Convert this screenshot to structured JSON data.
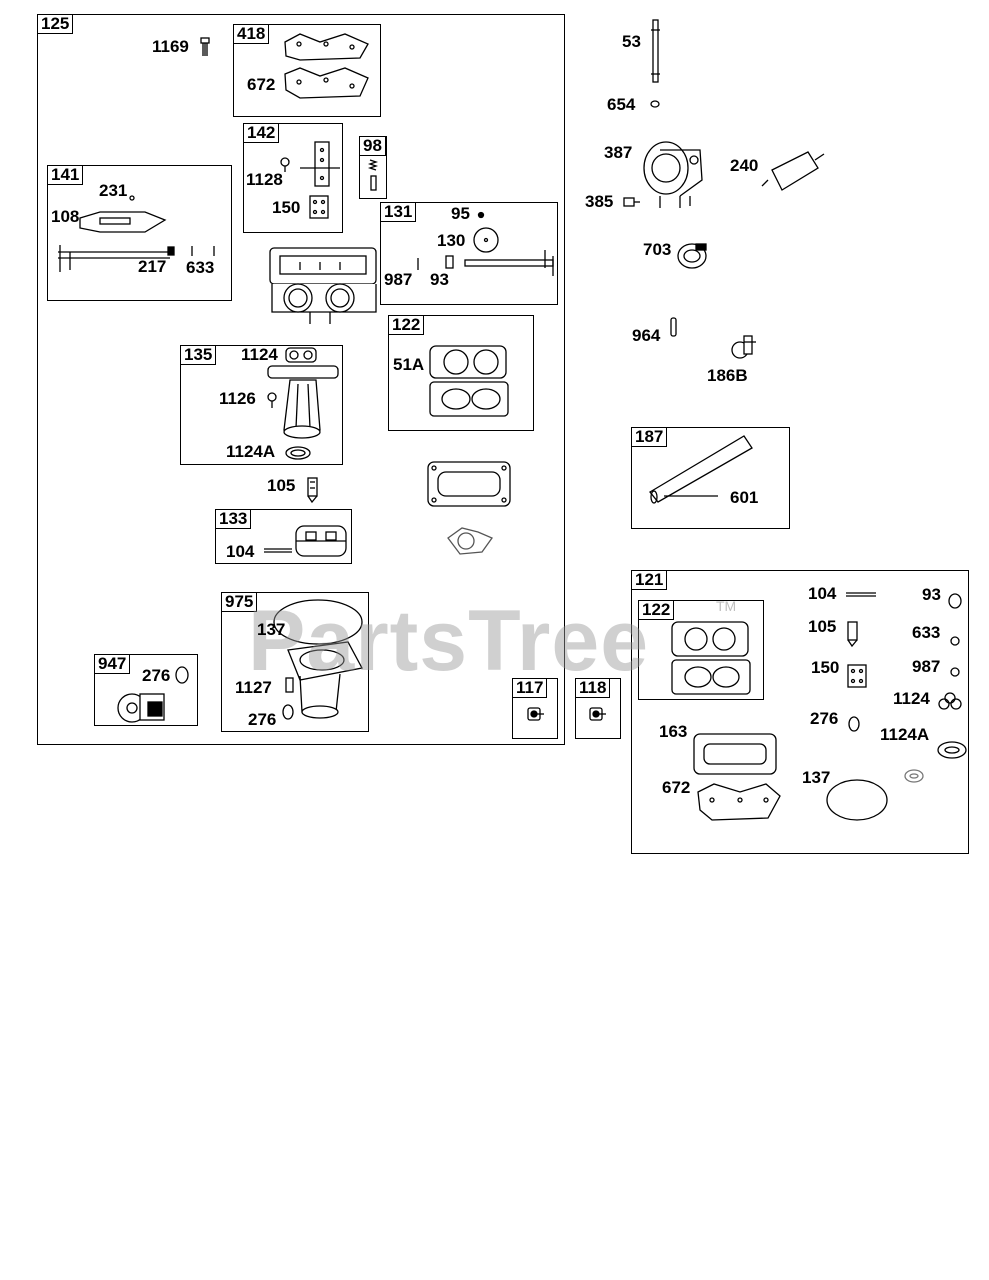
{
  "watermark": {
    "text": "PartsTree",
    "tm": "TM"
  },
  "boxes": {
    "b125": "125",
    "b418": "418",
    "b142": "142",
    "b98": "98",
    "b141": "141",
    "b131": "131",
    "b122a": "122",
    "b135": "135",
    "b133": "133",
    "b975": "975",
    "b947": "947",
    "b117": "117",
    "b118": "118",
    "b187": "187",
    "b121": "121",
    "b122b": "122"
  },
  "labels": {
    "l1169": "1169",
    "l672a": "672",
    "l1128": "1128",
    "l150a": "150",
    "l231": "231",
    "l108": "108",
    "l217": "217",
    "l633a": "633",
    "l95": "95",
    "l130": "130",
    "l987a": "987",
    "l93a": "93",
    "l51a": "51A",
    "l1124a": "1124",
    "l1126": "1126",
    "l1124aa": "1124A",
    "l105a": "105",
    "l104a": "104",
    "l137a": "137",
    "l1127": "1127",
    "l276a": "276",
    "l276b": "276",
    "l53": "53",
    "l654": "654",
    "l387": "387",
    "l240": "240",
    "l385": "385",
    "l703": "703",
    "l964": "964",
    "l186b": "186B",
    "l601": "601",
    "l104b": "104",
    "l93b": "93",
    "l105b": "105",
    "l633b": "633",
    "l150b": "150",
    "l987b": "987",
    "l1124b": "1124",
    "l276c": "276",
    "l1124ab": "1124A",
    "l163": "163",
    "l672b": "672",
    "l137b": "137"
  }
}
